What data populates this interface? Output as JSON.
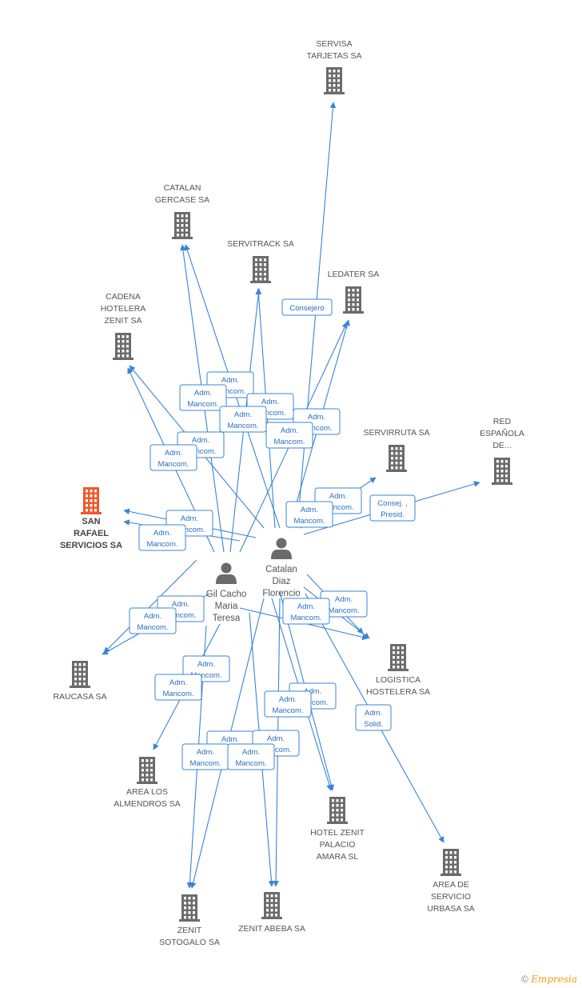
{
  "companies": [
    {
      "id": "servisa",
      "label": [
        "SERVISA",
        "TARJETAS SA"
      ],
      "highlight": false
    },
    {
      "id": "catalan_gercase",
      "label": [
        "CATALAN",
        "GERCASE SA"
      ],
      "highlight": false
    },
    {
      "id": "servitrack",
      "label": [
        "SERVITRACK SA"
      ],
      "highlight": false
    },
    {
      "id": "ledater",
      "label": [
        "LEDATER SA"
      ],
      "highlight": false
    },
    {
      "id": "cadena",
      "label": [
        "CADENA",
        "HOTELERA",
        "ZENIT SA"
      ],
      "highlight": false
    },
    {
      "id": "servirruta",
      "label": [
        "SERVIRRUTA SA"
      ],
      "highlight": false
    },
    {
      "id": "red_espanola",
      "label": [
        "RED",
        "ESPAÑOLA",
        "DE..."
      ],
      "highlight": false
    },
    {
      "id": "san_rafael",
      "label": [
        "SAN",
        "RAFAEL",
        "SERVICIOS SA"
      ],
      "highlight": true
    },
    {
      "id": "raucasa",
      "label": [
        "RAUCASA SA"
      ],
      "highlight": false
    },
    {
      "id": "logistica",
      "label": [
        "LOGISTICA",
        "HOSTELERA SA"
      ],
      "highlight": false
    },
    {
      "id": "area_almendros",
      "label": [
        "AREA LOS",
        "ALMENDROS SA"
      ],
      "highlight": false
    },
    {
      "id": "hotel_zenit",
      "label": [
        "HOTEL ZENIT",
        "PALACIO",
        "AMARA SL"
      ],
      "highlight": false
    },
    {
      "id": "area_servicio",
      "label": [
        "AREA DE",
        "SERVICIO",
        "URBASA SA"
      ],
      "highlight": false
    },
    {
      "id": "zenit_sotogalo",
      "label": [
        "ZENIT",
        "SOTOGALO SA"
      ],
      "highlight": false
    },
    {
      "id": "zenit_abeba",
      "label": [
        "ZENIT ABEBA SA"
      ],
      "highlight": false
    }
  ],
  "persons": [
    {
      "id": "catalan",
      "label": [
        "Catalan",
        "Diaz",
        "Florencio"
      ]
    },
    {
      "id": "gil",
      "label": [
        "Gil Cacho",
        "Maria",
        "Teresa"
      ]
    }
  ],
  "relations": [
    [
      "Consejero"
    ],
    [
      "Adm.",
      "Mancom."
    ],
    [
      "Adm.",
      "Mancom."
    ],
    [
      "Adm.",
      "Mancom."
    ],
    [
      "Adm.",
      "Mancom."
    ],
    [
      "Adm.",
      "Mancom."
    ],
    [
      "Adm.",
      "Mancom."
    ],
    [
      "Adm.",
      "Mancom."
    ],
    [
      "Adm.",
      "Mancom."
    ],
    [
      "Adm.",
      "Mancom."
    ],
    [
      "Adm.",
      "Mancom."
    ],
    [
      "Adm.",
      "Mancom."
    ],
    [
      "Adm.",
      "Mancom."
    ],
    [
      "Adm.",
      "Mancom."
    ],
    [
      "Adm.",
      "Mancom."
    ],
    [
      "Consej. ,",
      "Presid."
    ],
    [
      "Adm.",
      "Mancom."
    ],
    [
      "Adm.",
      "Mancom."
    ],
    [
      "Adm.",
      "Mancom."
    ],
    [
      "Adm.",
      "Mancom."
    ],
    [
      "Adm.",
      "Mancom."
    ],
    [
      "Adm.",
      "Mancom."
    ],
    [
      "Adm.",
      "Mancom."
    ],
    [
      "Adm.",
      "Mancom."
    ],
    [
      "Adm.",
      "Mancom."
    ],
    [
      "Adm.",
      "Mancom."
    ],
    [
      "Adm.",
      "Mancom."
    ],
    [
      "Adm.",
      "Mancom."
    ],
    [
      "Adm.",
      "Solid."
    ],
    [
      "Adm.",
      "Mancom."
    ],
    [
      "Adm.",
      "Mancom."
    ],
    [
      "Adm.",
      "Mancom."
    ]
  ],
  "colors": {
    "edge": "#3a84d8",
    "building": "#6b6b6b",
    "highlight": "#f0592a",
    "person": "#6b6b6b"
  },
  "footer": {
    "copyright": "©",
    "brand": "Empresia"
  }
}
